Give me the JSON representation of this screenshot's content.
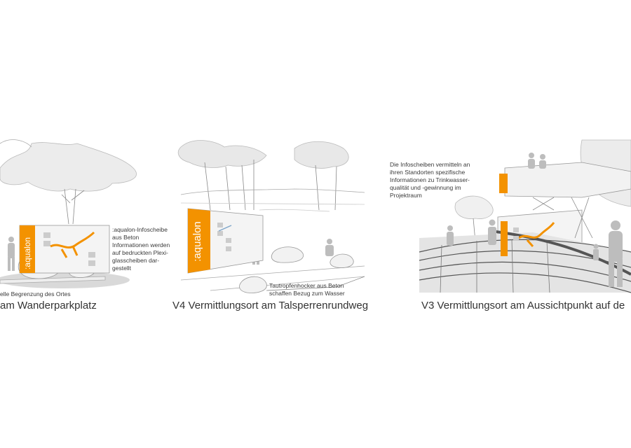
{
  "colors": {
    "accent": "#f39200",
    "sketch": "#888888",
    "foliage": "#e6e6e6",
    "figure": "#bdbdbd"
  },
  "panels": [
    {
      "caption": "am Wanderparkplatz",
      "brand": ":aqualon",
      "notes": [
        ":aqualon-Infoscheibe\naus Beton\nInformationen werden\nauf bedruckten Plexi-\nglasscheiben dar-\ngestellt",
        "elle Begrenzung des Ortes"
      ]
    },
    {
      "caption": "V4  Vermittlungsort am Talsperrenrundweg",
      "brand": ":aqualon",
      "notes": [
        "Tautropfenhocker aus Beton\nschaffen Bezug zum Wasser"
      ]
    },
    {
      "caption": "V3  Vermittlungsort am Aussichtpunkt auf de",
      "brand": "",
      "notes": [
        "Die Infoscheiben vermitteln an\nihren Standorten spezifische\nInformationen zu Trinkwasser-\nqualität und -gewinnung im\nProjektraum"
      ]
    }
  ]
}
